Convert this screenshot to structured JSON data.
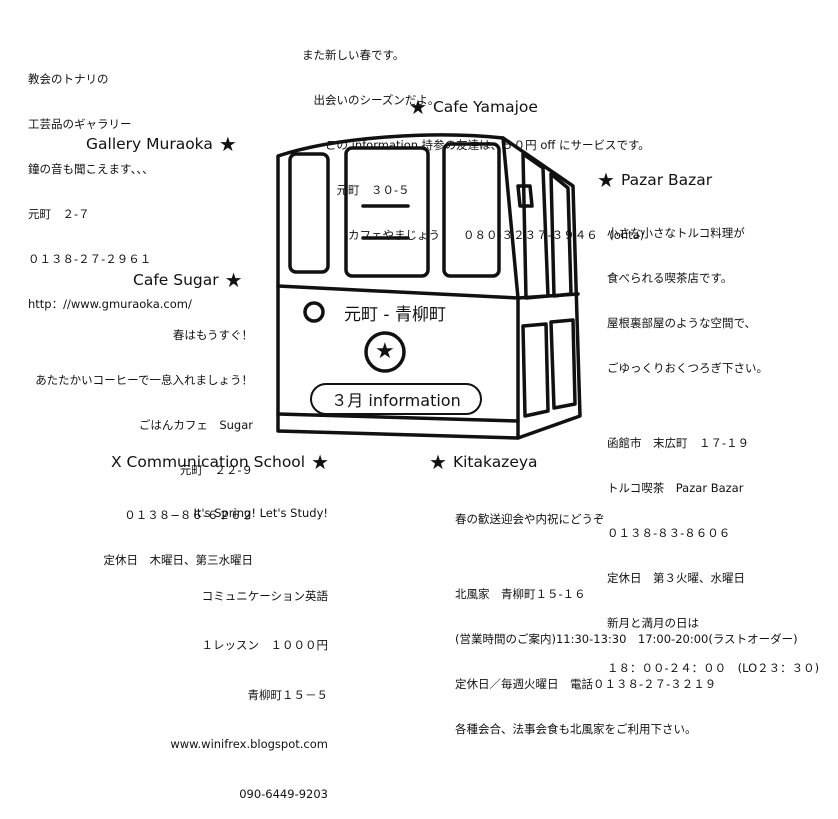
{
  "yamajoe": {
    "lines": [
      "また新しい春です。",
      "　出会いのシーズンだよ。",
      "　　この information 持参の友達は、５０円 off にサービスです。",
      "　　　元町　３０-５",
      "　　　　カフェやまじょう　　０８０-３２３７-３９４６　(ohta)"
    ],
    "name": "Cafe Yamajoe"
  },
  "muraoka": {
    "lines": [
      "教会のトナリの",
      "工芸品のギャラリー",
      "鐘の音も聞こえます、、、",
      "元町　２-７",
      "０１３８-２７-２９６１",
      "http：//www.gmuraoka.com/"
    ],
    "name": "Gallery Muraoka"
  },
  "pazar": {
    "name": "Pazar Bazar",
    "lines": [
      "小さな小さなトルコ料理が",
      "食べられる喫茶店です。",
      "屋根裏部屋のような空間で、",
      "ごゆっくりおくつろぎ下さい。",
      "",
      "函館市　末広町　１７-１９",
      "トルコ喫茶　Pazar Bazar",
      "０１３８-８３-８６０６",
      "定休日　第３火曜、水曜日",
      "新月と満月の日は",
      "１８：００-２４：００　(LO２３：３０)"
    ]
  },
  "sugar": {
    "name": "Cafe Sugar",
    "lines": [
      "春はもうすぐ！",
      "あたたかいコーヒーで一息入れましょう！",
      "ごはんカフェ　Sugar",
      "元町　２２-９",
      "０１３８−８６-６２６２",
      "定休日　木曜日、第三水曜日"
    ]
  },
  "xcomm": {
    "name": "X Communication School",
    "lines": [
      "It's Spring! Let's Study!",
      "",
      "コミュニケーション英語",
      "１レッスン　１０００円",
      "青柳町１５－５",
      "www.winifrex.blogspot.com",
      "090-6449-9203"
    ]
  },
  "kitakaze": {
    "name": "Kitakazeya",
    "lines": [
      "春の歓送迎会や内祝にどうぞ",
      "",
      "北風家　青柳町１５-１６",
      "(営業時間のご案内)11:30-13:30　17:00-20:00(ラストオーダー)",
      "定休日／毎週火曜日　電話０１３８-２７-３２１９",
      "各種会合、法事会食も北風家をご利用下さい。"
    ]
  },
  "tram": {
    "route": "元町 - 青柳町",
    "info": "３月 information"
  },
  "icons": {
    "marker": "star-icon"
  }
}
